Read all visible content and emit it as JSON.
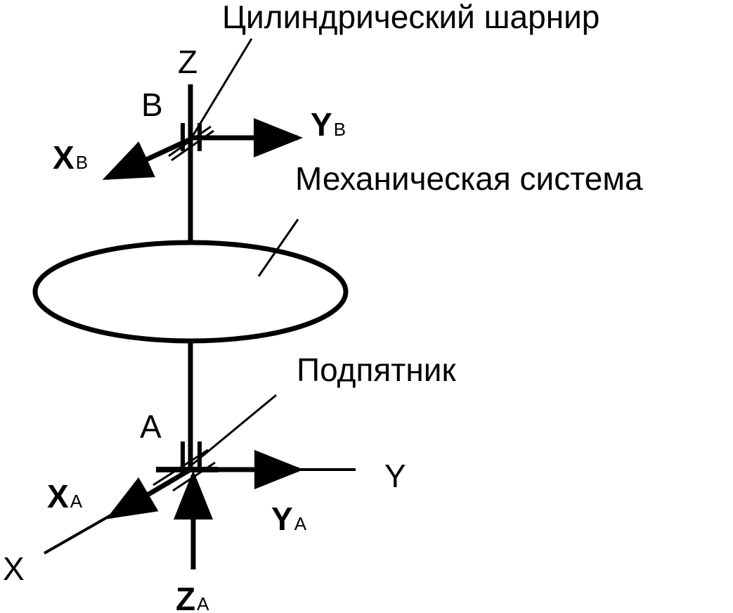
{
  "labels": {
    "hinge": "Цилиндрический шарнир",
    "system": "Механическая система",
    "thrust_bearing": "Подпятник"
  },
  "points": {
    "A": "A",
    "B": "B"
  },
  "axes": {
    "x": "X",
    "y": "Y",
    "z": "Z"
  },
  "reactions": {
    "xb": {
      "main": "X",
      "sub": "B"
    },
    "yb": {
      "main": "Y",
      "sub": "B"
    },
    "xa": {
      "main": "X",
      "sub": "A"
    },
    "ya": {
      "main": "Y",
      "sub": "A"
    },
    "za": {
      "main": "Z",
      "sub": "A"
    }
  },
  "colors": {
    "ink": "#000000",
    "background": "#ffffff"
  }
}
